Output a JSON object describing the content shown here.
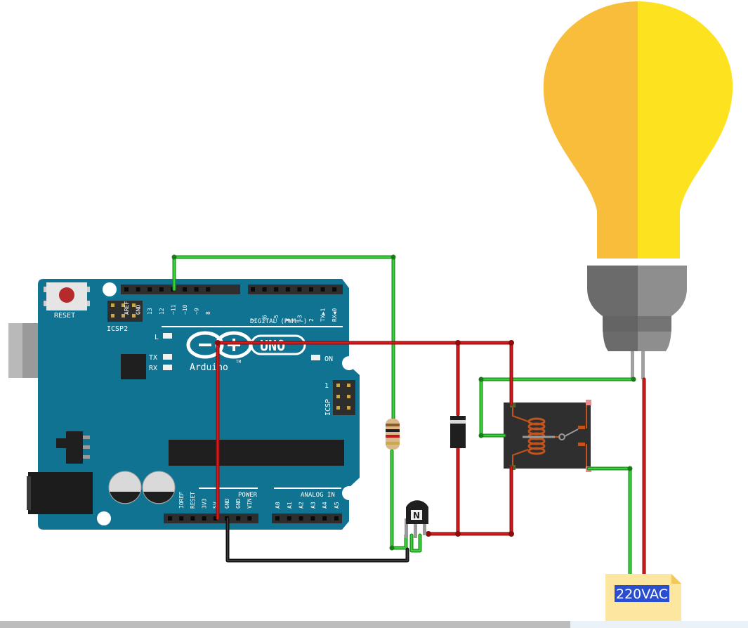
{
  "board": {
    "reset_label": "RESET",
    "icsp2_label": "ICSP2",
    "icsp_label": "ICSP",
    "digital_header_label": "DIGITAL (PWM=~)",
    "digital_pins": [
      "AREF",
      "GND",
      "13",
      "12",
      "~11",
      "~10",
      "~9",
      "8",
      "7",
      "~6",
      "~5",
      "4",
      "~3",
      "2",
      "TX▶1",
      "RX◀0"
    ],
    "led_l": "L",
    "led_tx": "TX",
    "led_rx": "RX",
    "led_on": "ON",
    "uno_logo": "UNO",
    "brand": "Arduino",
    "trademark": "TM",
    "pin_one_marker": "1",
    "power_header_label": "POWER",
    "analog_header_label": "ANALOG IN",
    "power_pins": [
      "IOREF",
      "RESET",
      "3V3",
      "5V",
      "GND",
      "GND",
      "VIN"
    ],
    "analog_pins": [
      "A0",
      "A1",
      "A2",
      "A3",
      "A4",
      "A5"
    ],
    "colors": {
      "pcb": "#0f7391",
      "header": "#2e2e2e"
    }
  },
  "components": {
    "transistor_marking": "N",
    "supply_label": "220VAC"
  },
  "wires": {
    "colors": {
      "signal": "#2db82d",
      "power": "#c41818",
      "ground": "#222222"
    }
  },
  "bulb": {
    "colors": {
      "glass_left": "#f8bd3a",
      "glass_right": "#fde21f",
      "base_left": "#6b6b6b",
      "base_right": "#8e8e8e"
    }
  }
}
